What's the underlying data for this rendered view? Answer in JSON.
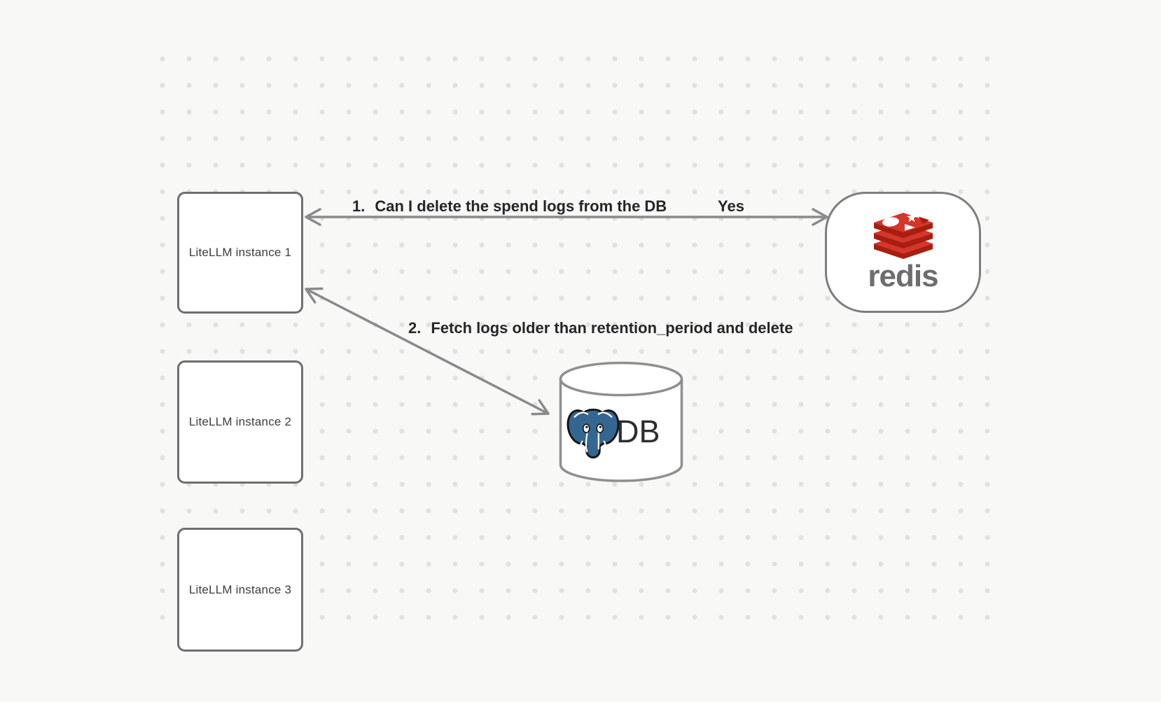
{
  "diagram": {
    "instances": [
      {
        "label": "LiteLLM instance 1"
      },
      {
        "label": "LiteLLM instance 2"
      },
      {
        "label": "LiteLLM instance 3"
      }
    ],
    "redis": {
      "wordmark": "redis"
    },
    "db": {
      "label": "DB"
    },
    "annotations": {
      "step1_number": "1.",
      "step1_text": "Can I delete the spend logs from the DB",
      "step1_answer": "Yes",
      "step2_number": "2.",
      "step2_text": "Fetch logs older than retention_period and delete"
    },
    "colors": {
      "background": "#f8f8f7",
      "grid_dot": "#e3e1de",
      "node_border": "#6f6f6f",
      "arrow": "#8a8a8a",
      "redis_red": "#d5352a",
      "redis_dark_red": "#a81e11",
      "redis_wordmark_gray": "#6d6d6d",
      "postgres_blue": "#336791",
      "annotation_text": "#262626"
    }
  }
}
